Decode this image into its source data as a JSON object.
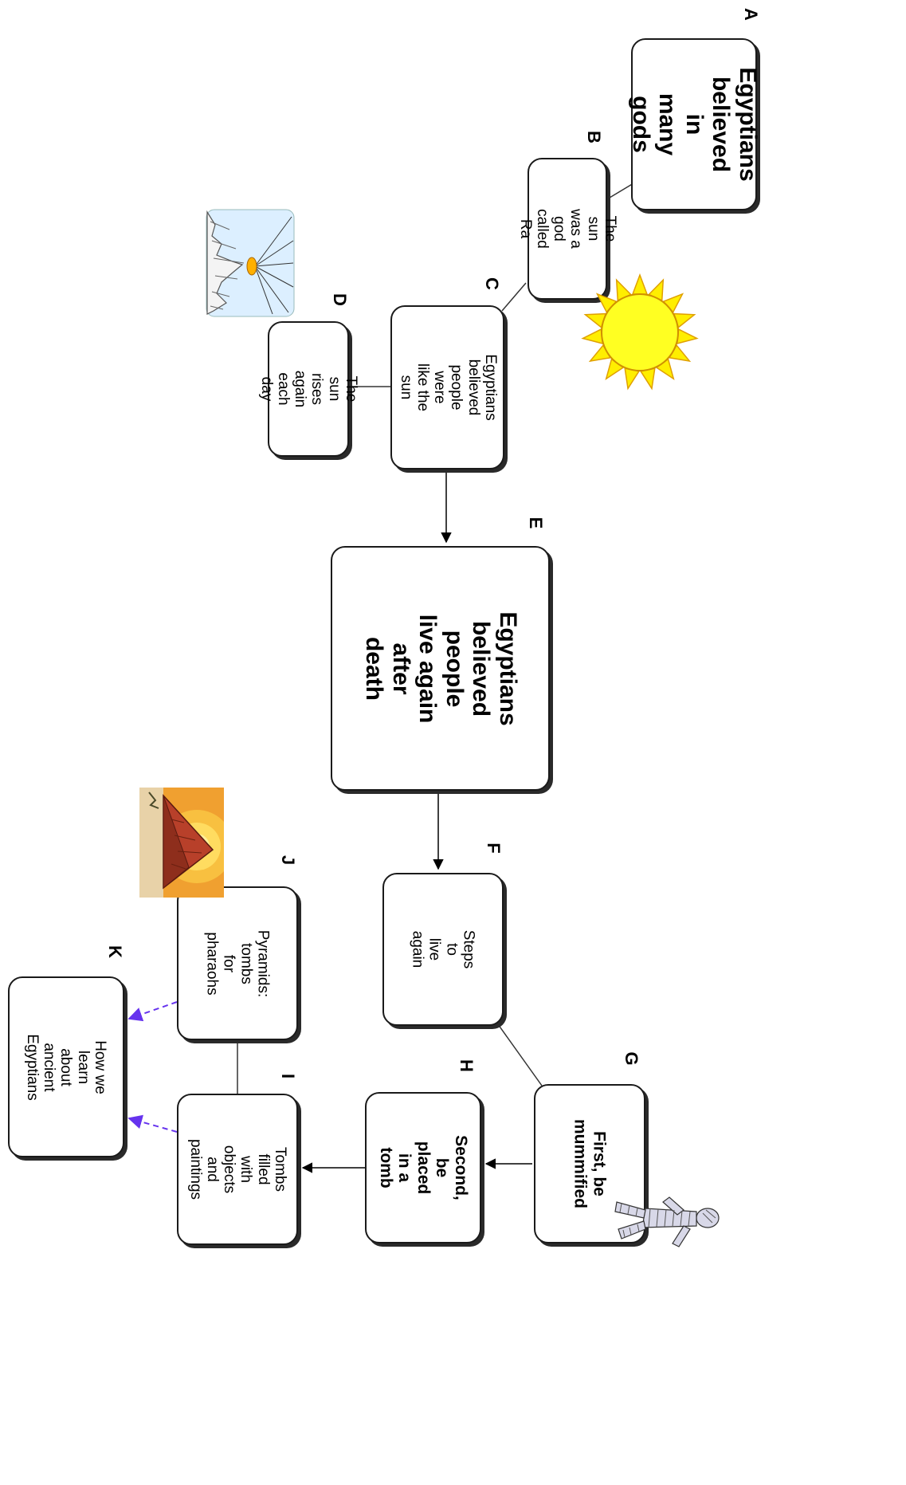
{
  "nodes": {
    "A": {
      "label": "A",
      "text": "Egyptians\nbelieved in\nmany gods"
    },
    "B": {
      "label": "B",
      "text": "The sun was a\ngod called Ra"
    },
    "C": {
      "label": "C",
      "text": "Egyptians believed\npeople were\nlike the sun"
    },
    "D": {
      "label": "D",
      "text": "The sun rises\nagain each day"
    },
    "E": {
      "label": "E",
      "text": "Egyptians believed\npeople live again\nafter death"
    },
    "F": {
      "label": "F",
      "text": "Steps\nto\nlive again"
    },
    "G": {
      "label": "G",
      "text": "First, be\nmummified"
    },
    "H": {
      "label": "H",
      "text": "Second, be\nplaced in a tomb"
    },
    "I": {
      "label": "I",
      "text": "Tombs filled with\nobjects and\npaintings"
    },
    "J": {
      "label": "J",
      "text": "Pyramids: tombs\nfor pharaohs"
    },
    "K": {
      "label": "K",
      "text": "How we learn about\nancient Egyptians"
    }
  },
  "edges": [
    {
      "from": "A",
      "to": "B",
      "style": "line"
    },
    {
      "from": "B",
      "to": "C",
      "style": "line"
    },
    {
      "from": "C",
      "to": "D",
      "style": "line"
    },
    {
      "from": "C",
      "to": "E",
      "style": "arrow"
    },
    {
      "from": "E",
      "to": "F",
      "style": "arrow"
    },
    {
      "from": "F",
      "to": "G",
      "style": "line"
    },
    {
      "from": "G",
      "to": "H",
      "style": "arrow"
    },
    {
      "from": "H",
      "to": "I",
      "style": "arrow"
    },
    {
      "from": "I",
      "to": "J",
      "style": "line"
    },
    {
      "from": "J",
      "to": "K",
      "style": "dashed-arrow"
    },
    {
      "from": "I",
      "to": "K",
      "style": "dashed-arrow"
    }
  ],
  "pictures": [
    "sun-icon",
    "sunrise-mountains-icon",
    "pyramid-icon",
    "mummy-icon"
  ],
  "colors": {
    "dashed_arrow": "#6633ee",
    "sun": "#ffee00",
    "sun_outline": "#e0a000"
  }
}
